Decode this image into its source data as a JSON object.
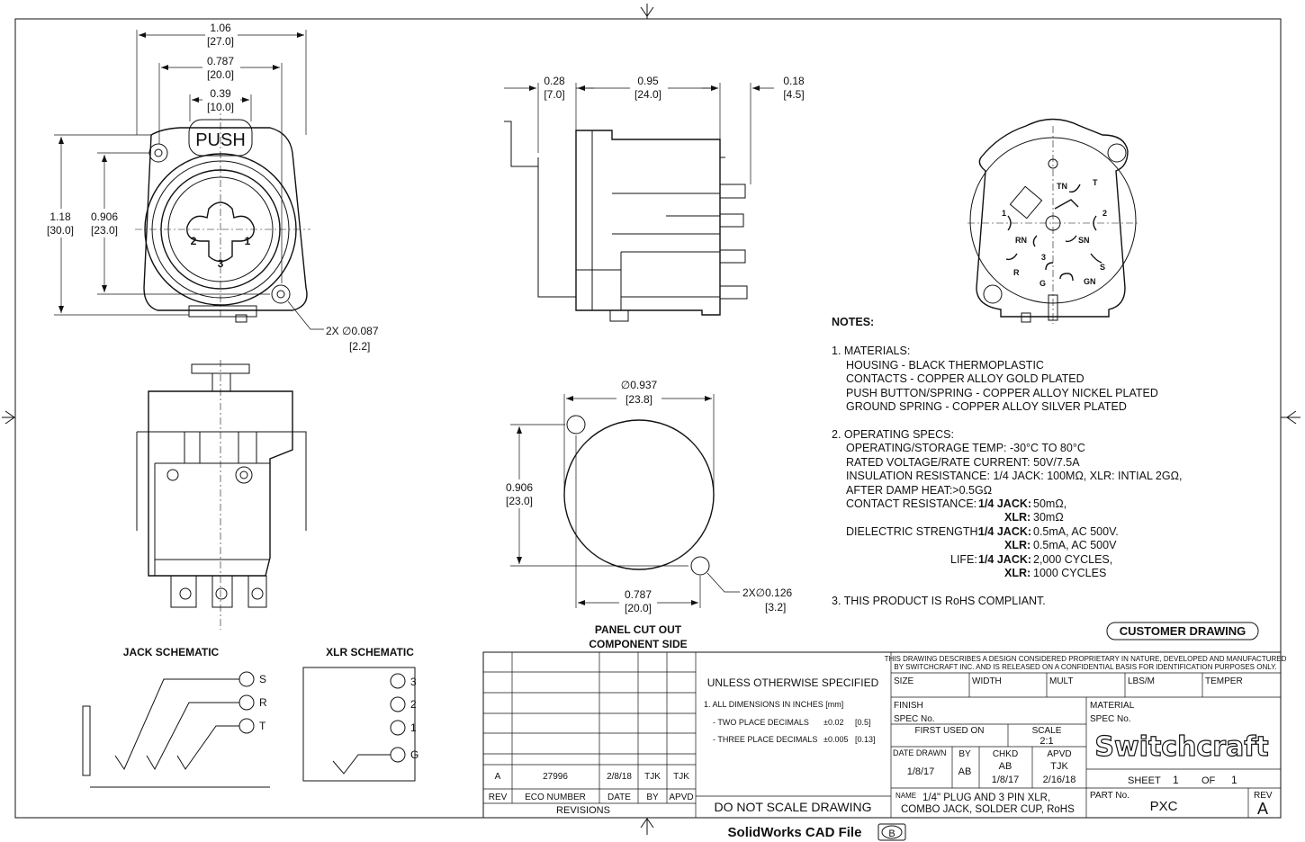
{
  "front_view": {
    "dim_width": "1.06",
    "dim_width_mm": "[27.0]",
    "dim_flange": "0.787",
    "dim_flange_mm": "[20.0]",
    "dim_button": "0.39",
    "dim_button_mm": "[10.0]",
    "dim_height": "1.18",
    "dim_height_mm": "[30.0]",
    "dim_hole_spacing": "0.906",
    "dim_hole_spacing_mm": "[23.0]",
    "push_label": "PUSH",
    "pin_2": "2",
    "pin_1": "1",
    "pin_3": "3",
    "hole_callout": "2X ∅0.087",
    "hole_callout_mm": "[2.2]"
  },
  "side_view": {
    "dim_a": "0.28",
    "dim_a_mm": "[7.0]",
    "dim_b": "0.95",
    "dim_b_mm": "[24.0]",
    "dim_c": "0.18",
    "dim_c_mm": "[4.5]"
  },
  "rear_view": {
    "t": "T",
    "tn": "TN",
    "p1": "1",
    "p2": "2",
    "rn": "RN",
    "sn": "SN",
    "r": "R",
    "p3": "3",
    "s": "S",
    "g": "G",
    "gn": "GN"
  },
  "panel_cutout": {
    "dia": "∅0.937",
    "dia_mm": "[23.8]",
    "height": "0.906",
    "height_mm": "[23.0]",
    "width": "0.787",
    "width_mm": "[20.0]",
    "hole_callout": "2X∅0.126",
    "hole_callout_mm": "[3.2]",
    "title_1": "PANEL CUT OUT",
    "title_2": "COMPONENT SIDE"
  },
  "schematics": {
    "jack_title": "JACK SCHEMATIC",
    "jack_pins": [
      "S",
      "R",
      "T"
    ],
    "xlr_title": "XLR SCHEMATIC",
    "xlr_pins": [
      "3",
      "2",
      "1",
      "G"
    ]
  },
  "notes": {
    "heading": "NOTES:",
    "lines": [
      "1.  MATERIALS:",
      "HOUSING - BLACK THERMOPLASTIC",
      "CONTACTS - COPPER ALLOY GOLD PLATED",
      "PUSH BUTTON/SPRING - COPPER ALLOY NICKEL PLATED",
      "GROUND SPRING - COPPER ALLOY SILVER PLATED",
      "2.  OPERATING SPECS:",
      "OPERATING/STORAGE TEMP:  -30°C  TO 80°C",
      "RATED VOLTAGE/RATE CURRENT: 50V/7.5A",
      "INSULATION RESISTANCE: 1/4 JACK: 100MΩ, XLR: INTIAL 2GΩ,",
      "AFTER DAMP HEAT:>0.5GΩ"
    ],
    "contact_res_label": "CONTACT RESISTANCE:",
    "jack_label": "1/4 JACK:",
    "xlr_label": "XLR:",
    "life_label": "LIFE:",
    "contact_res_jack": "50mΩ,",
    "contact_res_xlr": "30mΩ",
    "dielectric_label": "DIELECTRIC STRENGTH:",
    "dielectric_jack": "0.5mA, AC 500V.",
    "dielectric_xlr": "0.5mA, AC 500V",
    "life_jack": "2,000 CYCLES,",
    "life_xlr": "1000 CYCLES",
    "rohs": "3. THIS PRODUCT IS RoHS COMPLIANT."
  },
  "customer_drawing": "CUSTOMER DRAWING",
  "revisions": {
    "row": {
      "rev": "A",
      "eco": "27996",
      "date": "2/8/18",
      "by": "TJK",
      "apvd": "TJK"
    },
    "h_rev": "REV",
    "h_eco": "ECO NUMBER",
    "h_date": "DATE",
    "h_by": "BY",
    "h_apvd": "APVD",
    "title": "REVISIONS"
  },
  "tolerance": {
    "heading": "UNLESS OTHERWISE SPECIFIED",
    "line1": "1. ALL DIMENSIONS IN INCHES  [mm]",
    "line2": "- TWO PLACE DECIMALS",
    "line2_val": "±0.02",
    "line2_mm": "[0.5]",
    "line3": "- THREE PLACE DECIMALS",
    "line3_val": "±0.005",
    "line3_mm": "[0.13]",
    "no_scale": "DO NOT SCALE DRAWING"
  },
  "title_block": {
    "proprietary_1": "THIS DRAWING DESCRIBES A DESIGN CONSIDERED PROPRIETARY IN NATURE, DEVELOPED AND MANUFACTURED",
    "proprietary_2": "BY SWITCHCRAFT INC. AND IS RELEASED ON A CONFIDENTIAL BASIS FOR IDENTIFICATION PURPOSES ONLY.",
    "size": "SIZE",
    "width": "WIDTH",
    "mult": "MULT",
    "lbs": "LBS/M",
    "temper": "TEMPER",
    "finish": "FINISH",
    "spec_no": "SPEC No.",
    "material": "MATERIAL",
    "spec_no_2": "SPEC No.",
    "first_used_on": "FIRST USED ON",
    "scale_label": "SCALE",
    "scale": "2:1",
    "date_drawn_label": "DATE DRAWN",
    "by_label": "BY",
    "chkd_label": "CHKD",
    "apvd_label": "APVD",
    "date_drawn": "1/8/17",
    "by": "AB",
    "chkd": "AB",
    "chkd_date": "1/8/17",
    "apvd": "TJK",
    "apvd_date": "2/16/18",
    "logo": "Switchcraft",
    "sheet_label": "SHEET",
    "sheet": "1",
    "of_label": "OF",
    "of": "1",
    "name_label": "NAME",
    "name_1": "1/4\" PLUG AND 3 PIN XLR,",
    "name_2": "COMBO JACK, SOLDER CUP, RoHS",
    "part_label": "PART No.",
    "part": "PXC",
    "rev_label": "REV",
    "rev": "A"
  },
  "footer": {
    "cad": "SolidWorks CAD File",
    "size_badge": "B"
  }
}
